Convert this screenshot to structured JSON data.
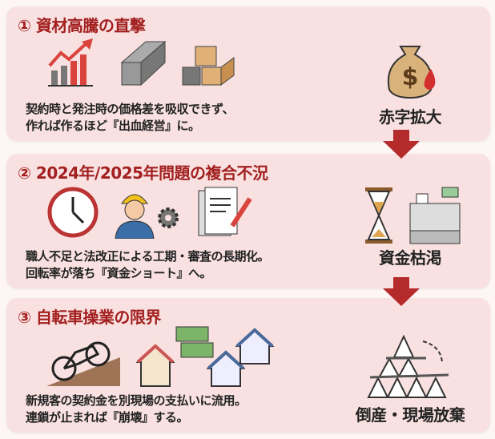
{
  "sections": [
    {
      "title": "① 資材高騰の直撃",
      "desc_line1": "契約時と発注時の価格差を吸収できず、",
      "desc_line2": "作れば作るほど『出血経営』に。",
      "result": "赤字拡大"
    },
    {
      "title": "② 2024年/2025年問題の複合不況",
      "desc_line1": "職人不足と法改正による工期・審査の長期化。",
      "desc_line2": "回転率が落ち『資金ショート』へ。",
      "result": "資金枯渇"
    },
    {
      "title": "③ 自転車操業の限界",
      "desc_line1": "新規客の契約金を別現場の支払いに流用。",
      "desc_line2": "連鎖が止まれば『崩壊』する。",
      "result": "倒産・現場放棄"
    }
  ],
  "colors": {
    "accent": "#a31f1f",
    "panel": "#f8e1e0",
    "arrow": "#b52a2a"
  }
}
